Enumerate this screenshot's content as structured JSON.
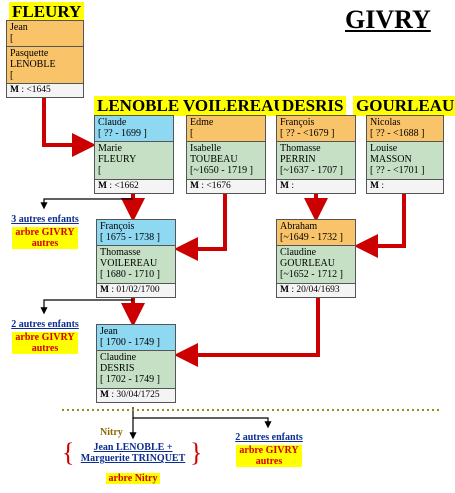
{
  "title": "GIVRY",
  "families": {
    "fleury": "FLEURY",
    "lenoble": "LENOBLE",
    "voilereau": "VOILEREAU",
    "desris": "DESRIS",
    "gourleau": "GOURLEAU"
  },
  "boxes": {
    "fleury": {
      "p1_name": "Jean",
      "p1_date": "[",
      "p2_name": "Pasquette",
      "p2_surname": "LENOBLE",
      "p2_date": "[",
      "m_label": "M",
      "m_date": " : <1645"
    },
    "lenoble": {
      "p1_name": "Claude",
      "p1_date": "[ ?? - 1699 ]",
      "p2_name": "Marie",
      "p2_surname": "FLEURY",
      "p2_date": "[",
      "m_label": "M",
      "m_date": " : <1662"
    },
    "voilereau": {
      "p1_name": "Edme",
      "p1_date": "[",
      "p2_name": "Isabelle",
      "p2_surname": "TOUBEAU",
      "p2_date": "[~1650 - 1719 ]",
      "m_label": "M",
      "m_date": " : <1676"
    },
    "desris": {
      "p1_name": "François",
      "p1_date": "[ ?? - <1679 ]",
      "p2_name": "Thomasse",
      "p2_surname": "PERRIN",
      "p2_date": "[~1637 - 1707 ]",
      "m_label": "M",
      "m_date": " :"
    },
    "gourleau": {
      "p1_name": "Nicolas",
      "p1_date": "[ ?? - <1688 ]",
      "p2_name": "Louise",
      "p2_surname": "MASSON",
      "p2_date": "[ ?? - <1701 ]",
      "m_label": "M",
      "m_date": " :"
    },
    "francois": {
      "p1_name": "François",
      "p1_date": "[ 1675 - 1738 ]",
      "p2_name": "Thomasse",
      "p2_surname": "VOILEREAU",
      "p2_date": "[ 1680 - 1710 ]",
      "m_label": "M",
      "m_date": " : 01/02/1700"
    },
    "abraham": {
      "p1_name": "Abraham",
      "p1_date": "[~1649 - 1732 ]",
      "p2_name": "Claudine",
      "p2_surname": "GOURLEAU",
      "p2_date": "[~1652 - 1712 ]",
      "m_label": "M",
      "m_date": " : 20/04/1693"
    },
    "jean": {
      "p1_name": "Jean",
      "p1_date": "[ 1700 - 1749 ]",
      "p2_name": "Claudine",
      "p2_surname": "DESRIS",
      "p2_date": "[ 1702 - 1749 ]",
      "m_label": "M",
      "m_date": " : 30/04/1725"
    }
  },
  "outlinks": {
    "o1": {
      "link": "3 autres enfants",
      "tree": "arbre GIVRY",
      "tree2": "autres"
    },
    "o2": {
      "link": "2 autres enfants",
      "tree": "arbre GIVRY",
      "tree2": "autres"
    },
    "o3": {
      "link": "2 autres enfants",
      "tree": "arbre GIVRY",
      "tree2": "autres"
    }
  },
  "nitry": {
    "label": "Nitry",
    "couple_line1": "Jean LENOBLE +",
    "couple_line2": "Marguerite TRINQUET",
    "tree": "arbre Nitry"
  },
  "colors": {
    "arrow": "#cc0000",
    "husband": "#8fd8f2",
    "wife": "#c6e0c6",
    "ancestor": "#f9c36a",
    "highlight": "#ffff00"
  }
}
